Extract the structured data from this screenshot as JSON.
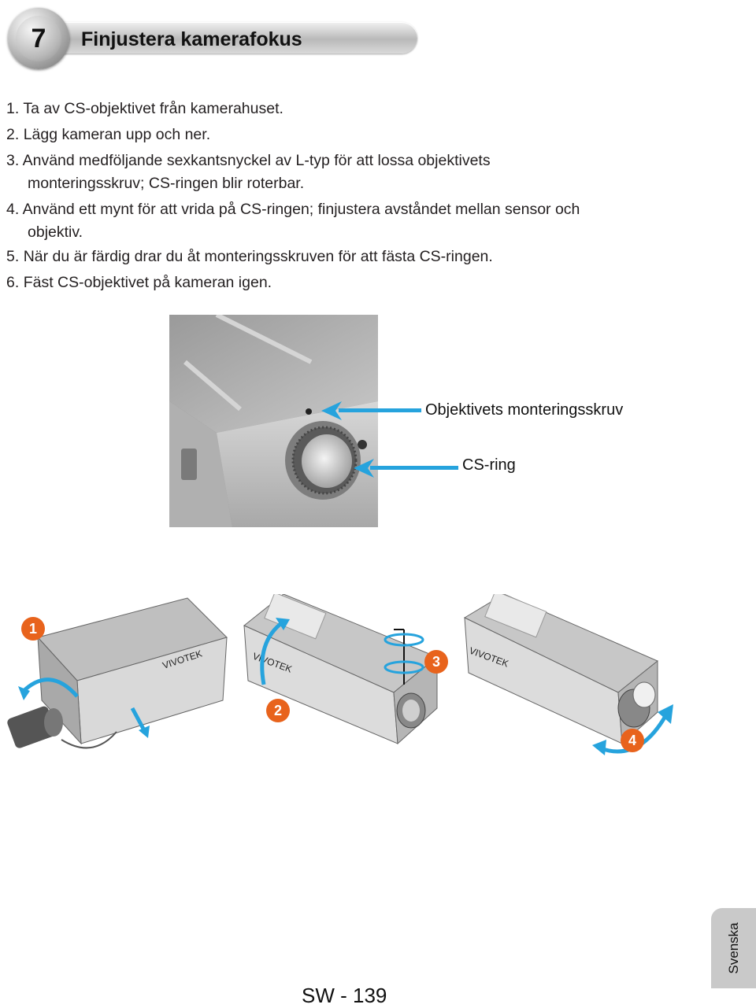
{
  "header": {
    "step_number": "7",
    "title": "Finjustera kamerafokus"
  },
  "steps": [
    {
      "num": "1.",
      "text": "Ta av CS-objektivet från kamerahuset.",
      "cont": ""
    },
    {
      "num": "2.",
      "text": "Lägg kameran upp och ner.",
      "cont": ""
    },
    {
      "num": "3.",
      "text": "Använd medföljande sexkantsnyckel av L-typ för att lossa objektivets",
      "cont": "monteringsskruv; CS-ringen blir roterbar."
    },
    {
      "num": "4.",
      "text": "Använd ett mynt för att vrida på CS-ringen; finjustera avståndet mellan sensor och",
      "cont": "objektiv."
    },
    {
      "num": "5.",
      "text": "När du är färdig drar du åt monteringsskruven för att fästa CS-ringen.",
      "cont": ""
    },
    {
      "num": "6.",
      "text": "Fäst CS-objektivet på kameran igen.",
      "cont": ""
    }
  ],
  "callouts": {
    "screw": "Objektivets monteringsskruv",
    "ring": "CS-ring"
  },
  "illustration_badges": [
    "1",
    "2",
    "3",
    "4"
  ],
  "colors": {
    "arrow_blue": "#26a3dd",
    "badge_orange": "#e8631c"
  },
  "footer": {
    "page_number": "SW - 139",
    "language_tab": "Svenska"
  }
}
